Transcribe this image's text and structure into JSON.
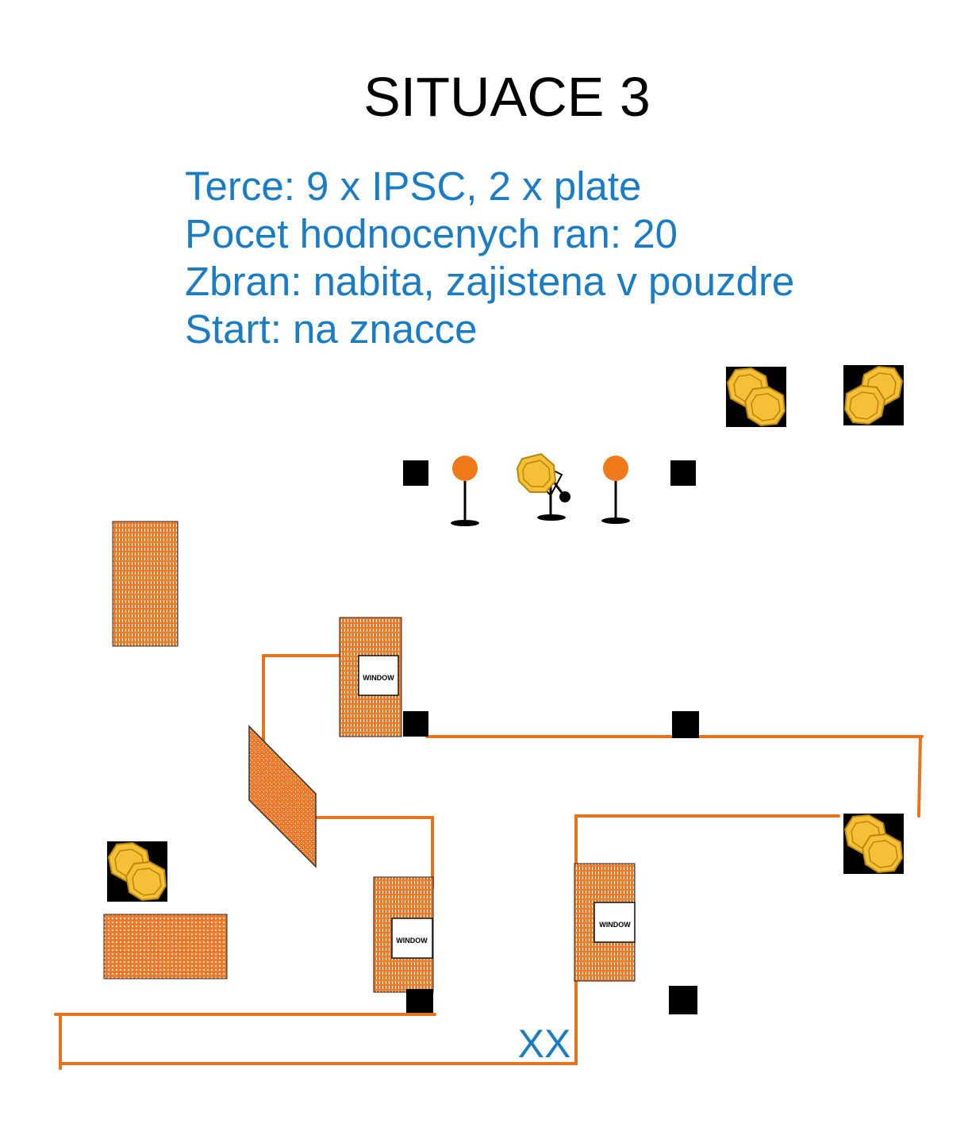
{
  "title": "SITUACE 3",
  "info": {
    "line1": "Terce: 9 x IPSC, 2 x plate",
    "line2": "Pocet hodnocenych ran: 20",
    "line3": "Zbran: nabita, zajistena v pouzdre",
    "line4": "Start: na znacce"
  },
  "labels": {
    "window": "WINDOW",
    "start_marker": "XX"
  },
  "colors": {
    "title": "#000000",
    "info_text": "#1a7cc4",
    "fault_line": "#e8731c",
    "barrier": "#f07a2a",
    "target": "#f5c038",
    "plate": "#f07a1a",
    "no_shoot": "#000000"
  }
}
